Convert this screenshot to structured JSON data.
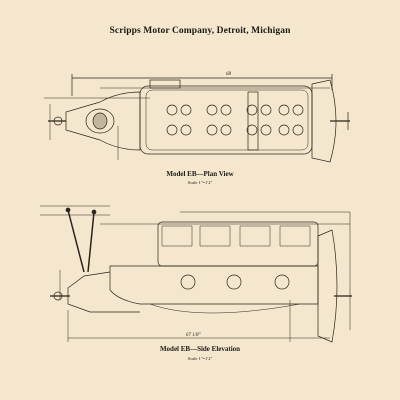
{
  "header": "Scripps Motor Company, Detroit, Michigan",
  "plan_view": {
    "caption": "Model EB—Plan View",
    "scale": "Scale 1\"=1'2\"",
    "overall_length": "68"
  },
  "side_elevation": {
    "caption": "Model EB—Side Elevation",
    "scale": "Scale 1\"=1'2\"",
    "overall_length": "67 1/8\""
  },
  "colors": {
    "paper": "#f4e7cd",
    "ink": "#2a241c"
  }
}
